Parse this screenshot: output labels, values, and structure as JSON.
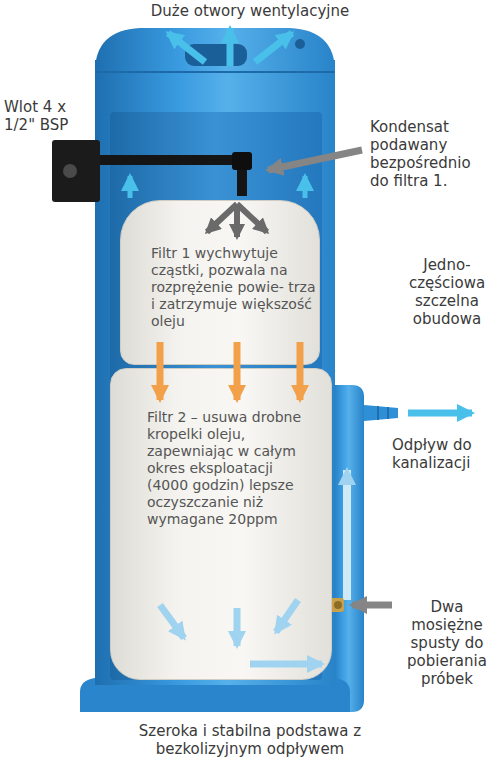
{
  "diagram": {
    "nodes": [
      {
        "text": [
          "Filtr 1 wychwytuje cząstki, pozwala na rozprężenie powie- trza i zatrzymuje większość oleju"
        ]
      },
      {
        "text": [
          "Filtr 2 – usuwa drobne kropelki oleju, zapewniając w całym okres eksploatacji (4000 godzin) lepsze oczyszczanie niż wymagane 20ppm"
        ]
      }
    ],
    "labels": [
      "Duże otwory wentylacyjne",
      "Wlot 4 x 1/2\" BSP",
      "Kondensat podawany bezpośrednio do filtra 1.",
      "Jedno- częściowa szczelna obudowa",
      "Odpływ do kanalizacji",
      "Dwa mosiężne spusty do pobierania próbek",
      "Szeroka i stabilna podstawa z bezkolizyjnym odpływem"
    ]
  }
}
